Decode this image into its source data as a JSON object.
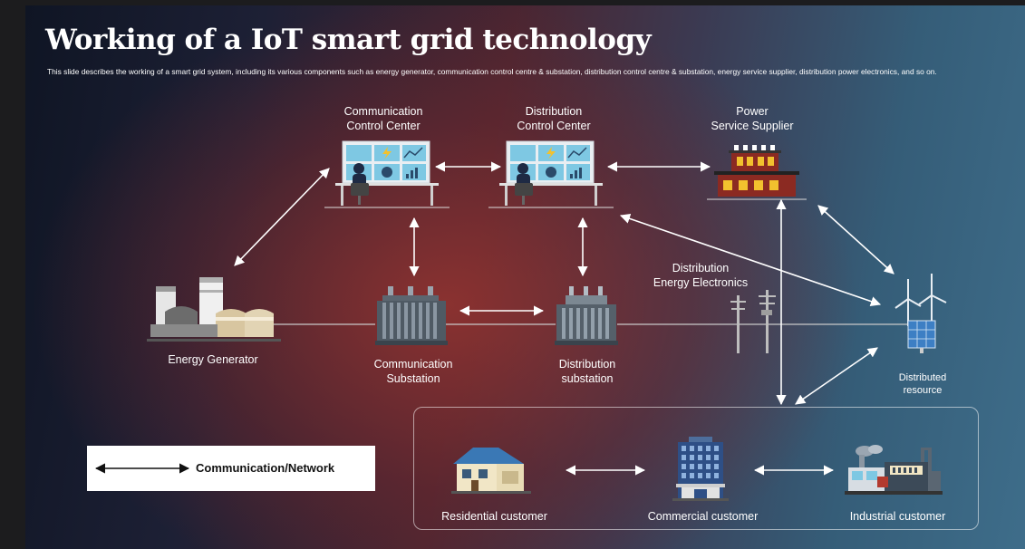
{
  "slide": {
    "title": "Working of a IoT smart grid technology",
    "description": "This slide describes the working of a smart grid system, including its various components such as energy generator, communication  control centre & substation, distribution control centre & substation, energy service supplier, distribution power electronics, and so on."
  },
  "nodes": {
    "communication_control_center": {
      "line1": "Communication",
      "line2": "Control Center"
    },
    "distribution_control_center": {
      "line1": "Distribution",
      "line2": "Control Center"
    },
    "power_service_supplier": {
      "line1": "Power",
      "line2": "Service Supplier"
    },
    "energy_generator": "Energy Generator",
    "communication_substation": {
      "line1": "Communication",
      "line2": "Substation"
    },
    "distribution_substation": {
      "line1": "Distribution",
      "line2": "substation"
    },
    "distribution_energy_electronics": {
      "line1": "Distribution",
      "line2": "Energy Electronics"
    },
    "distributed_resource": {
      "line1": "Distributed",
      "line2": "resource"
    },
    "residential_customer": "Residential customer",
    "commercial_customer": "Commercial customer",
    "industrial_customer": "Industrial customer"
  },
  "legend": {
    "label": "Communication/Network"
  },
  "colors": {
    "arrow": "#ffffff",
    "line": "#cfcfcf",
    "building_red": "#8b2a22",
    "screen_blue": "#7ec8e3",
    "house_blue": "#3a78b5"
  }
}
